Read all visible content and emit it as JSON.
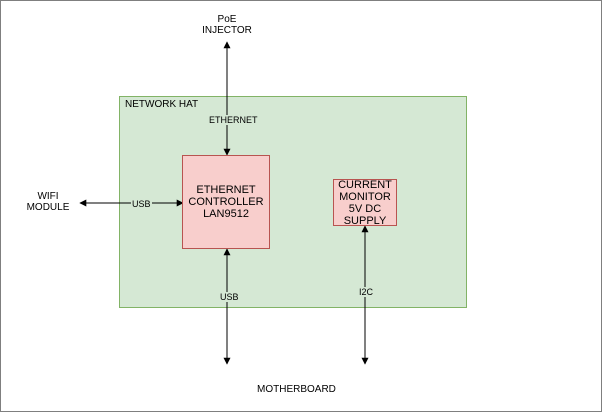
{
  "nodes": {
    "poe_injector": [
      "PoE",
      "INJECTOR"
    ],
    "wifi_module": [
      "WIFI",
      "MODULE"
    ],
    "network_hat": "NETWORK HAT",
    "ethernet_controller": [
      "ETHERNET",
      "CONTROLLER",
      "LAN9512"
    ],
    "current_monitor": [
      "CURRENT",
      "MONITOR",
      "5V DC",
      "SUPPLY"
    ],
    "motherboard": "MOTHERBOARD"
  },
  "edges": {
    "poe_to_controller": "ETHERNET",
    "wifi_to_controller": "USB",
    "controller_to_motherboard": "USB",
    "monitor_to_motherboard": "I2C"
  },
  "colors": {
    "hat_fill": "#d5e8d4",
    "hat_border": "#82b366",
    "block_fill": "#f8cecc",
    "block_border": "#b85450",
    "line": "#000000"
  }
}
